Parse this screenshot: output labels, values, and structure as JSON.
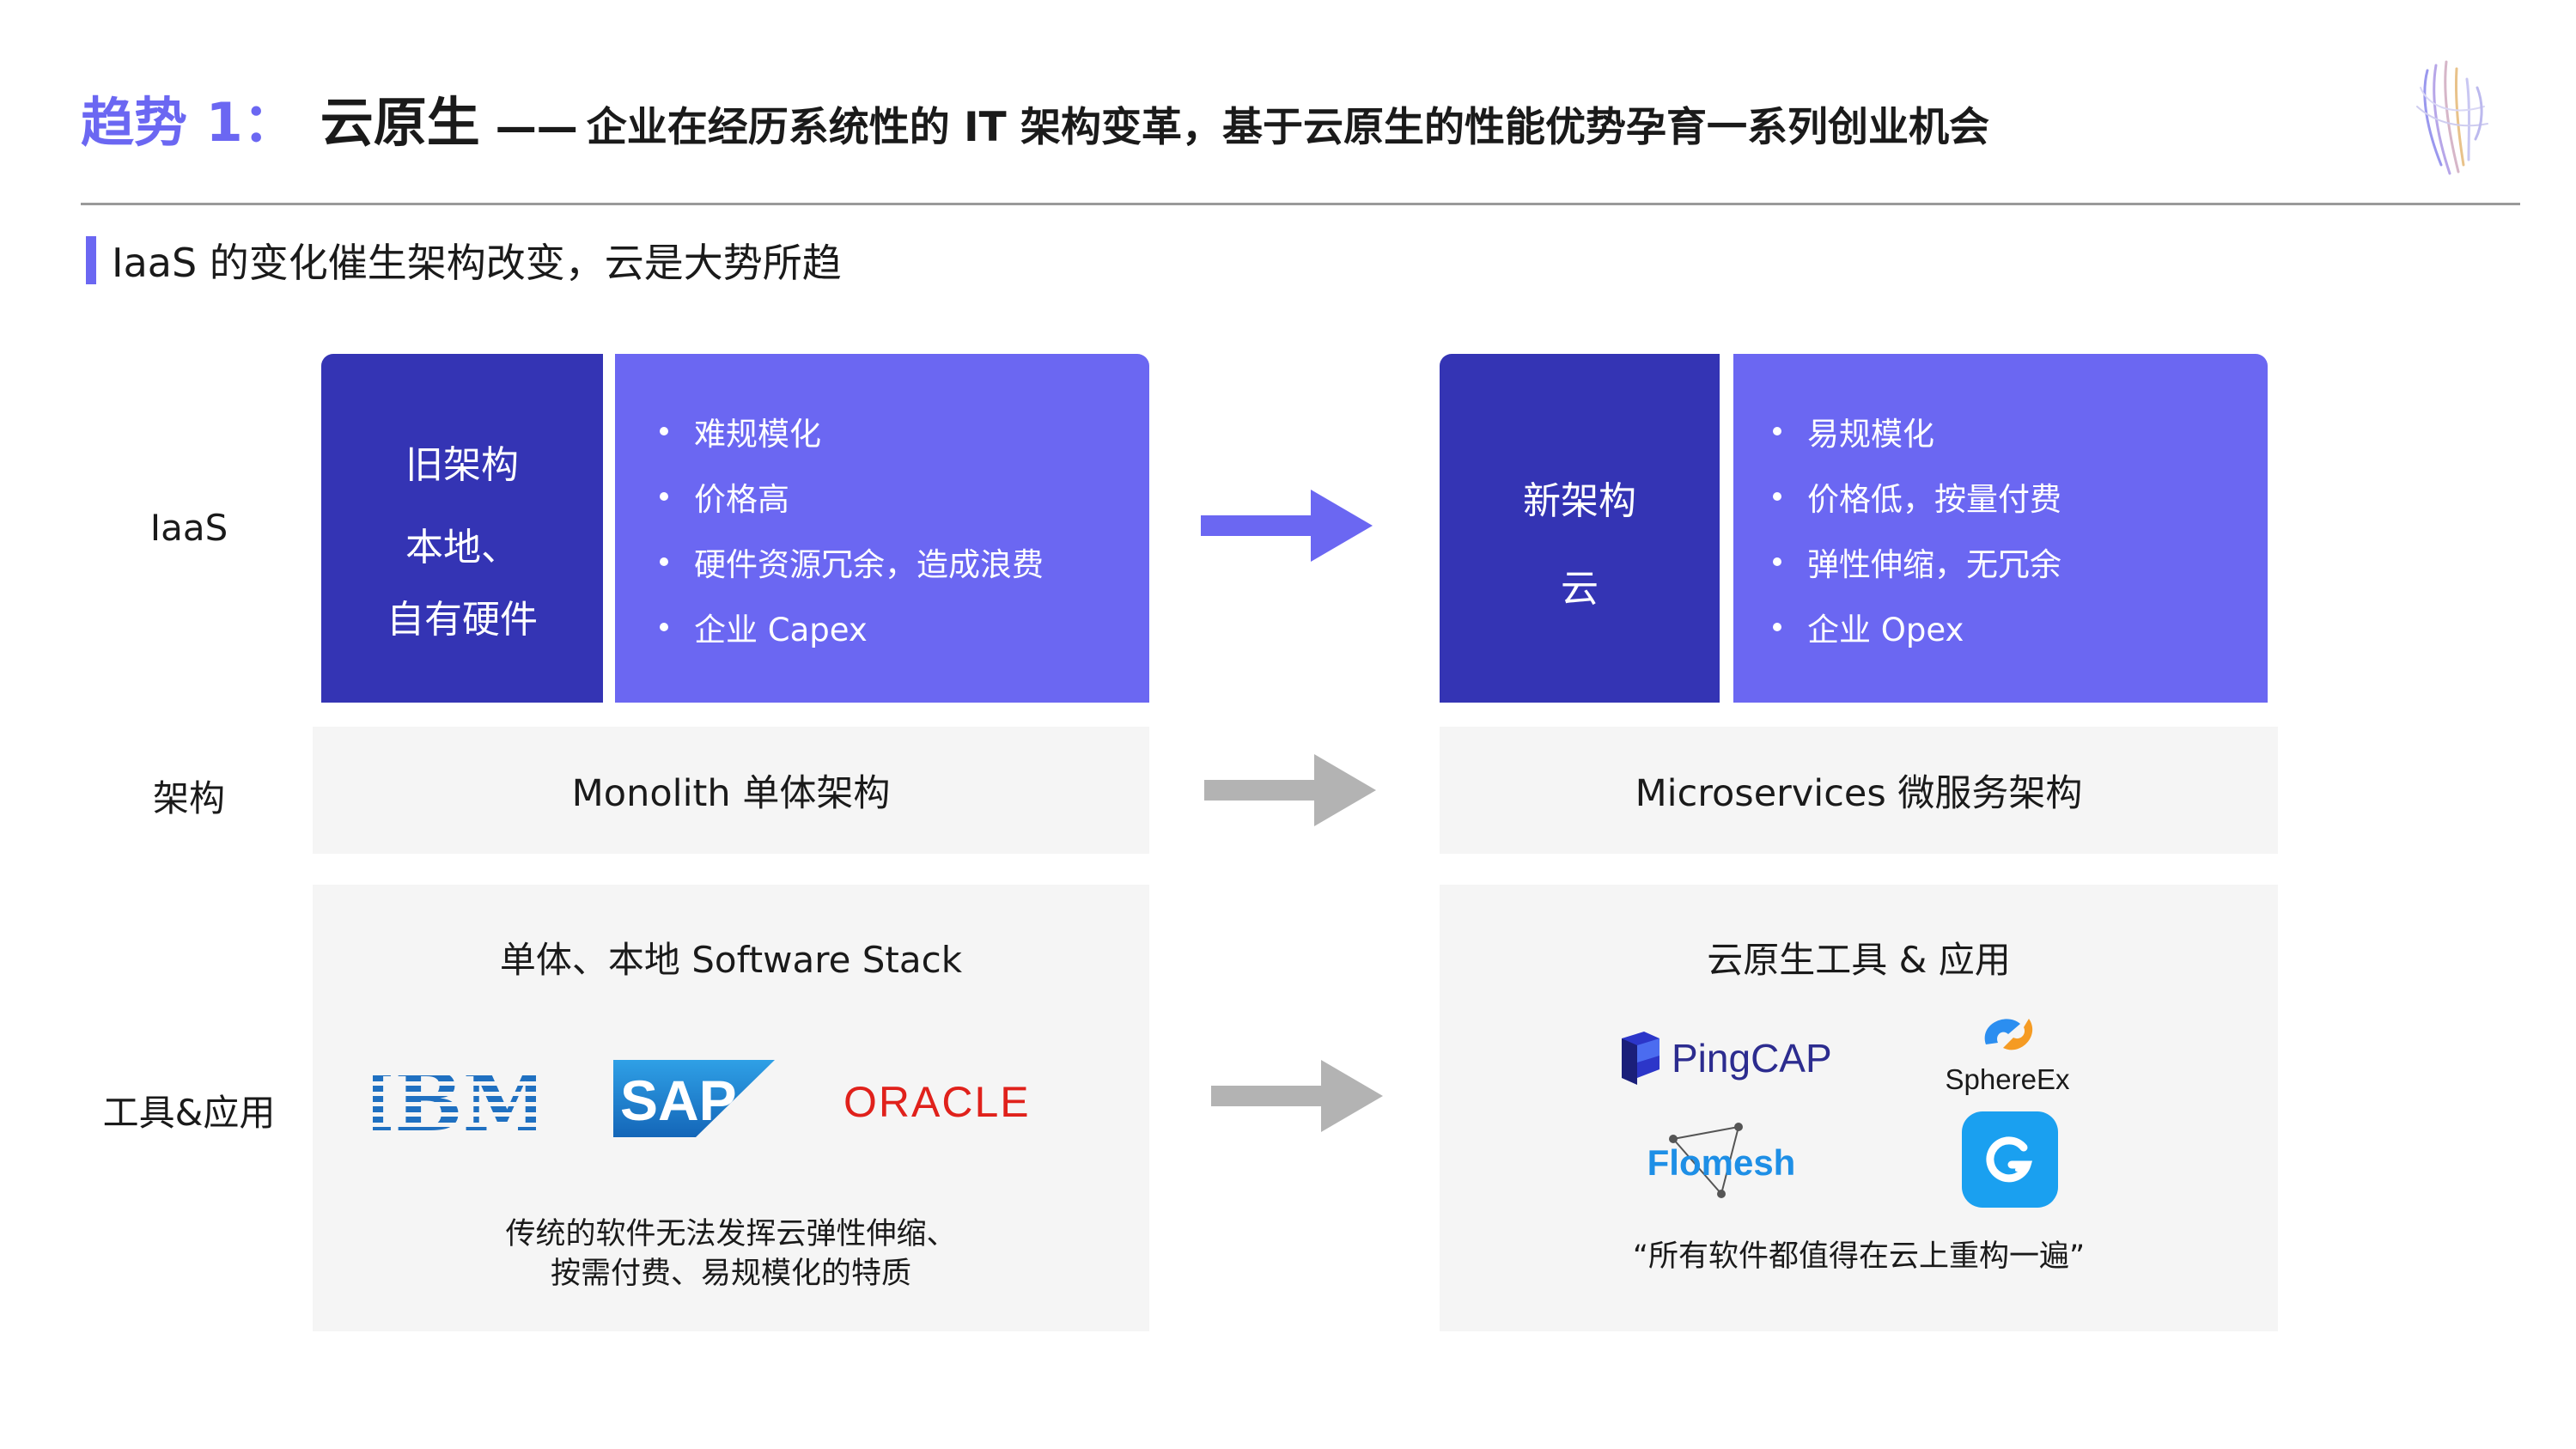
{
  "header": {
    "trend_label": "趋势 1：",
    "main_title": "云原生",
    "dash": "——",
    "subtitle": "企业在经历系统性的 IT 架构变革，基于云原生的性能优势孕育一系列创业机会"
  },
  "section": {
    "heading": "IaaS 的变化催生架构改变，云是大势所趋"
  },
  "rows": {
    "iaas": "IaaS",
    "arch": "架构",
    "tools": "工具&应用"
  },
  "old": {
    "title": "旧架构",
    "line1": "本地、",
    "line2": "自有硬件",
    "bullets": [
      "难规模化",
      "价格高",
      "硬件资源冗余，造成浪费",
      "企业 Capex"
    ],
    "arch": "Monolith 单体架构",
    "tools_caption": "单体、本地 Software Stack",
    "logos": [
      "IBM",
      "SAP",
      "ORACLE"
    ],
    "note_line1": "传统的软件无法发挥云弹性伸缩、",
    "note_line2": "按需付费、易规模化的特质"
  },
  "new": {
    "title": "新架构",
    "line1": "云",
    "bullets": [
      "易规模化",
      "价格低，按量付费",
      "弹性伸缩，无冗余",
      "企业 Opex"
    ],
    "arch": "Microservices 微服务架构",
    "tools_caption": "云原生工具 & 应用",
    "logos": [
      "PingCAP",
      "SphereEx",
      "Flomesh"
    ],
    "quote": "“所有软件都值得在云上重构一遍”"
  },
  "colors": {
    "accent": "#6b67f2",
    "dark_block": "#3434b4",
    "panel_grey": "#f5f5f5",
    "arrow_grey": "#b3b3b3",
    "ibm_blue": "#1f70c1",
    "oracle_red": "#e0211b"
  }
}
